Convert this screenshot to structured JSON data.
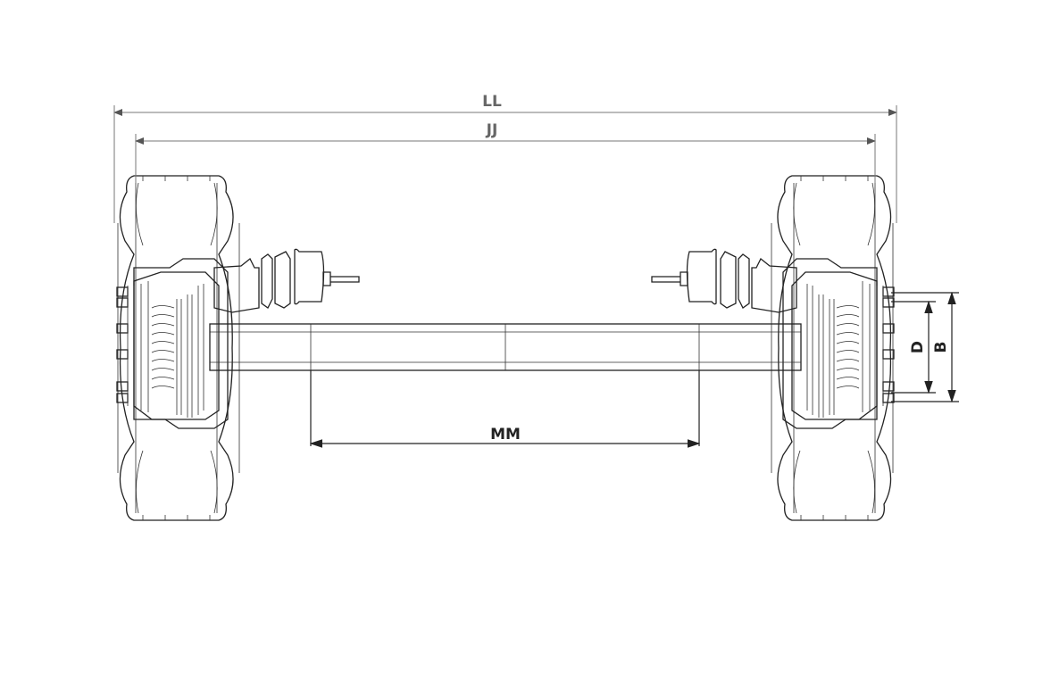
{
  "dimensions": {
    "overall_width": "LL",
    "track_width": "JJ",
    "spring_centres": "MM",
    "bolt_circle_inner": "D",
    "bolt_circle_outer": "B"
  },
  "colors": {
    "line": "#222222",
    "dimension_grey": "#777777"
  }
}
